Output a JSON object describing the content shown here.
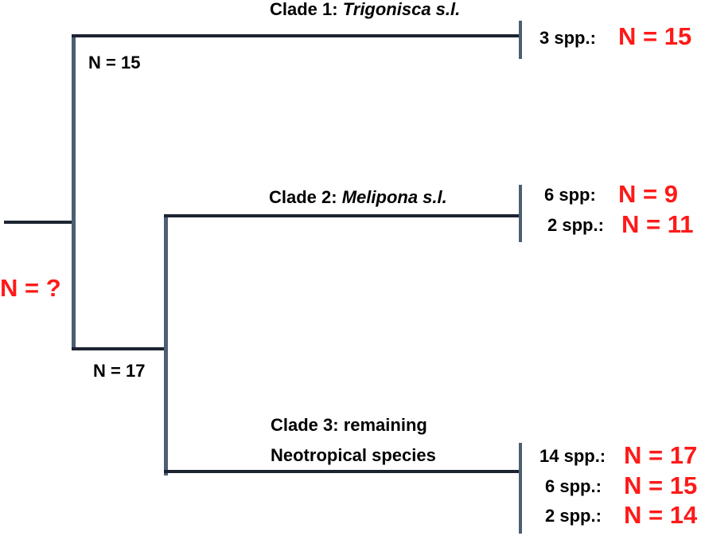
{
  "colors": {
    "red": "#ff1a1a",
    "black": "#000000",
    "trunk_gray": "#4f5f73",
    "line_dark": "#1b2430"
  },
  "root_label": "N = ?",
  "upper_node_label": "N = 15",
  "lower_node_label": "N = 17",
  "clade1": {
    "prefix": "Clade 1:",
    "name": "Trigonisca s.l.",
    "tips": [
      {
        "count": "3 spp.:",
        "value": "N = 15"
      }
    ]
  },
  "clade2": {
    "prefix": "Clade 2:",
    "name": "Melipona s.l.",
    "tips": [
      {
        "count": "6 spp:",
        "value": "N = 9"
      },
      {
        "count": "2 spp.:",
        "value": "N = 11"
      }
    ]
  },
  "clade3": {
    "line1": "Clade 3: remaining",
    "line2": "Neotropical species",
    "tips": [
      {
        "count": "14 spp.:",
        "value": "N = 17"
      },
      {
        "count": "6 spp.:",
        "value": "N = 15"
      },
      {
        "count": "2 spp.:",
        "value": "N = 14"
      }
    ]
  }
}
